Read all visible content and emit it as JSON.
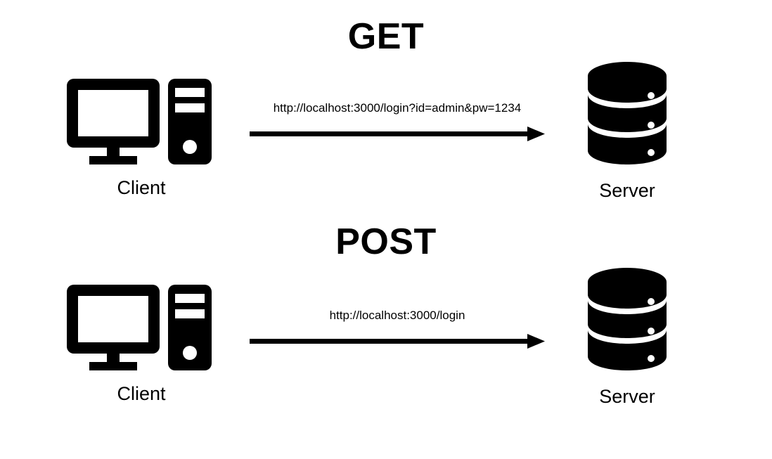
{
  "diagram": {
    "background_color": "#ffffff",
    "stroke_color": "#000000",
    "sections": [
      {
        "title": "GET",
        "client": {
          "label": "Client",
          "icon": "desktop-computer-icon"
        },
        "server": {
          "label": "Server",
          "icon": "database-server-icon"
        },
        "request": {
          "url": "http://localhost:3000/login?id=admin&pw=1234",
          "arrow": "arrow-right-icon",
          "direction": "client-to-server"
        }
      },
      {
        "title": "POST",
        "client": {
          "label": "Client",
          "icon": "desktop-computer-icon"
        },
        "server": {
          "label": "Server",
          "icon": "database-server-icon"
        },
        "request": {
          "url": "http://localhost:3000/login",
          "arrow": "arrow-right-icon",
          "direction": "client-to-server"
        }
      }
    ]
  }
}
